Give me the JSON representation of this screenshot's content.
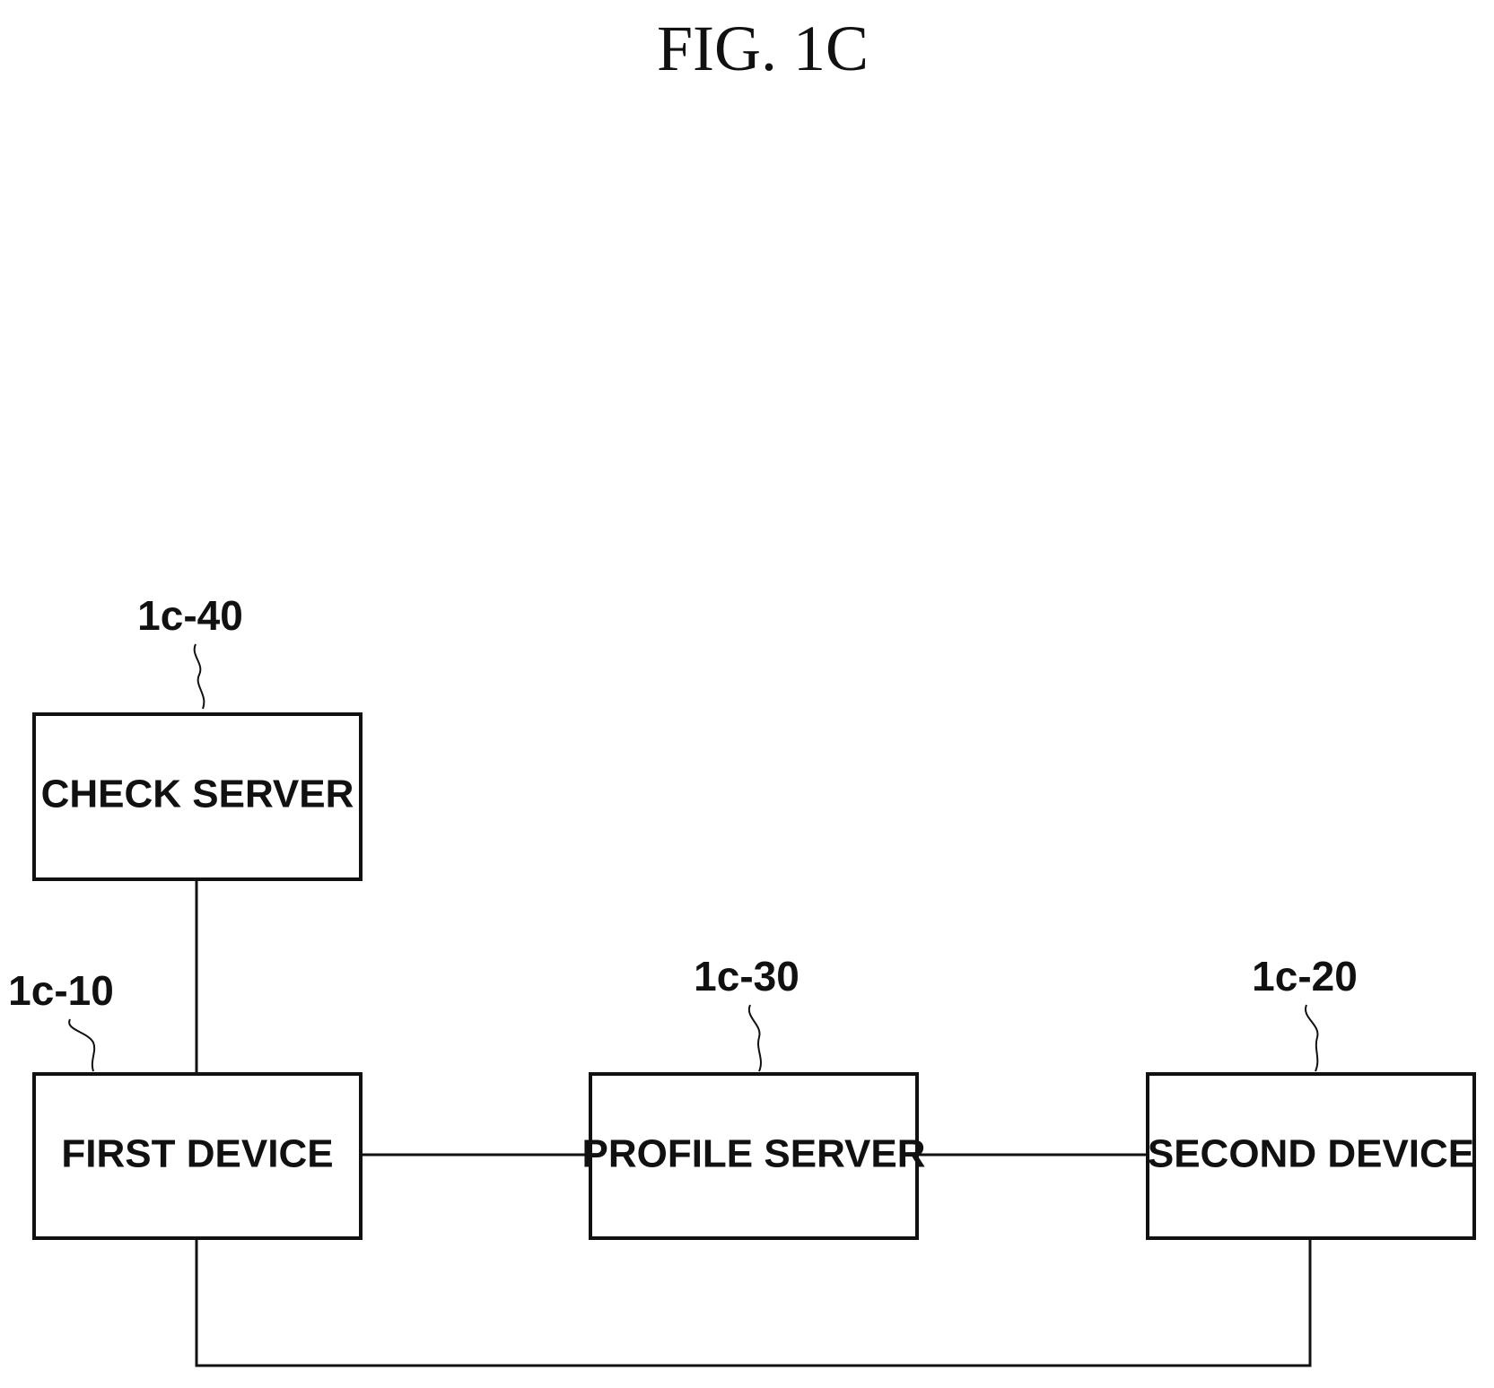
{
  "figure": {
    "title": "FIG. 1C"
  },
  "nodes": [
    {
      "id": "check-server",
      "label": "CHECK SERVER",
      "ref": "1c-40"
    },
    {
      "id": "first-device",
      "label": "FIRST DEVICE",
      "ref": "1c-10"
    },
    {
      "id": "profile-server",
      "label": "PROFILE SERVER",
      "ref": "1c-30"
    },
    {
      "id": "second-device",
      "label": "SECOND DEVICE",
      "ref": "1c-20"
    }
  ],
  "edges": [
    {
      "from": "check-server",
      "to": "first-device"
    },
    {
      "from": "first-device",
      "to": "profile-server"
    },
    {
      "from": "profile-server",
      "to": "second-device"
    },
    {
      "from": "first-device",
      "to": "second-device"
    }
  ]
}
